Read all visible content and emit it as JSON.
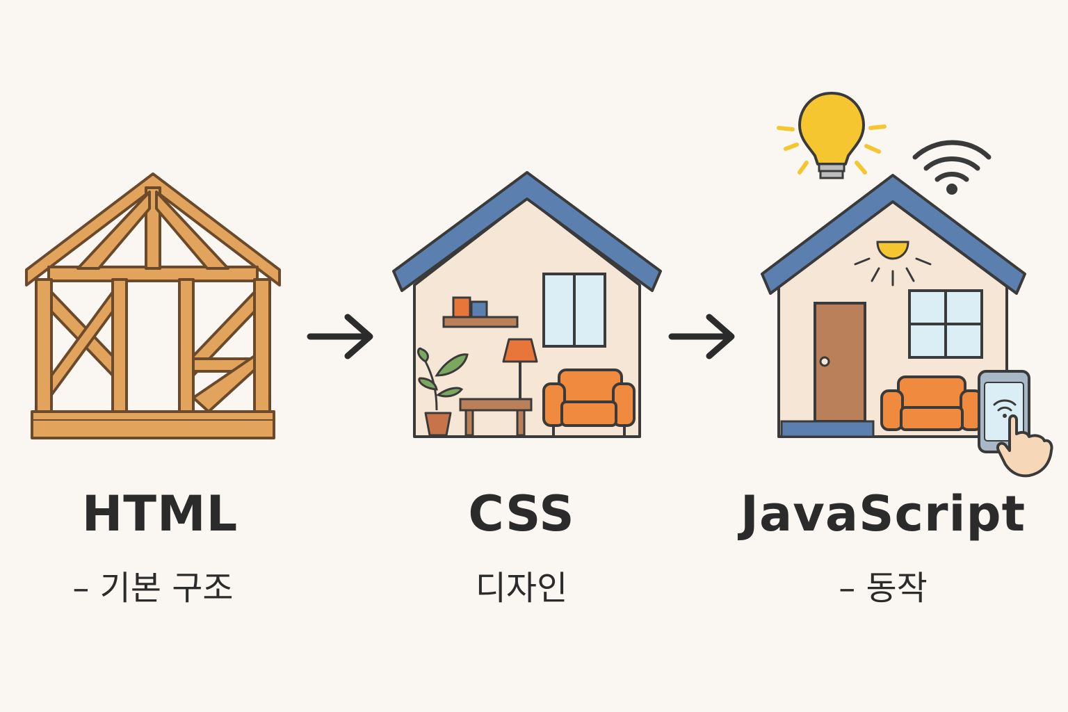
{
  "stages": [
    {
      "title": "HTML",
      "subtitle": "– 기본 구조"
    },
    {
      "title": "CSS",
      "subtitle": "디자인"
    },
    {
      "title": "JavaScript",
      "subtitle": "– 동작"
    }
  ],
  "colors": {
    "background": "#faf7f2",
    "wood": "#e2a45c",
    "wood_outline": "#6b4a2b",
    "roof": "#5b80b0",
    "wall": "#f6e6d6",
    "sofa": "#f08a3e",
    "window": "#dbeef5",
    "door": "#b9805a",
    "bulb": "#f6c630",
    "text": "#2b2b2b"
  },
  "icons": [
    "house-frame-icon",
    "arrow-right-icon",
    "decorated-house-icon",
    "arrow-right-icon",
    "smart-house-icon",
    "light-bulb-icon",
    "wifi-icon",
    "smartphone-icon",
    "pointing-hand-icon"
  ]
}
